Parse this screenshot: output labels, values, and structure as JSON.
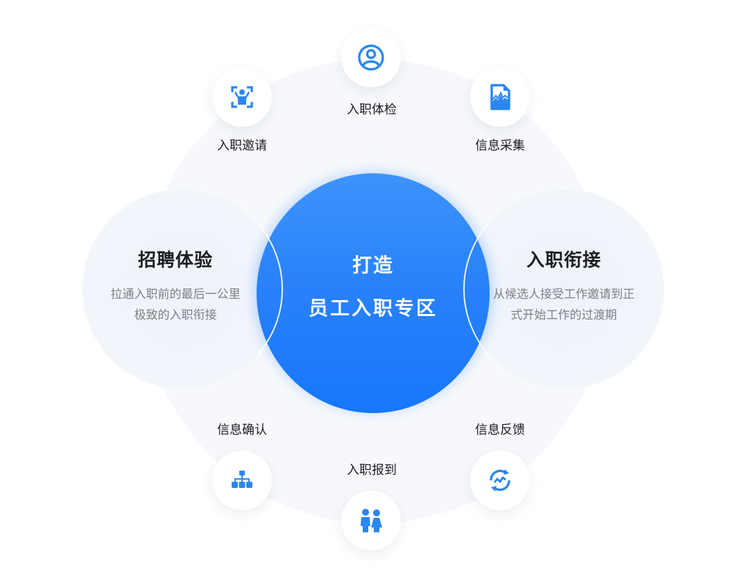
{
  "center": {
    "line1": "打造",
    "line2": "员工入职专区",
    "color": "#2a82fa"
  },
  "left_panel": {
    "title": "招聘体验",
    "desc_line1": "拉通入职前的最后一公里",
    "desc_line2": "极致的入职衔接"
  },
  "right_panel": {
    "title": "入职衔接",
    "desc_line1": "从候选人接受工作邀请到正",
    "desc_line2": "式开始工作的过渡期"
  },
  "nodes": [
    {
      "label": "入职邀请",
      "icon": "person-scan-icon"
    },
    {
      "label": "入职体检",
      "icon": "user-circle-icon"
    },
    {
      "label": "信息采集",
      "icon": "document-chart-icon"
    },
    {
      "label": "信息确认",
      "icon": "org-chart-icon"
    },
    {
      "label": "入职报到",
      "icon": "people-icon"
    },
    {
      "label": "信息反馈",
      "icon": "refresh-trend-icon"
    }
  ],
  "icon_color": "#2b86f0"
}
